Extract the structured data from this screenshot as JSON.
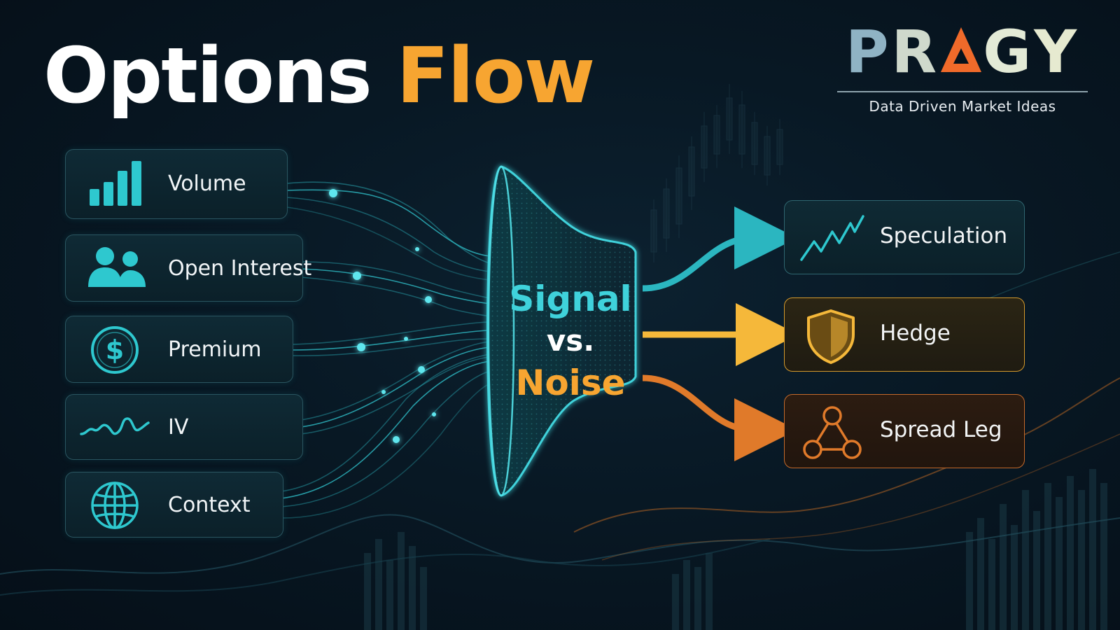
{
  "header": {
    "title_part1": "Options",
    "title_part2": "Flow"
  },
  "logo": {
    "letters": [
      "P",
      "R",
      "A",
      "G",
      "Y"
    ],
    "tagline": "Data Driven Market Ideas"
  },
  "inputs": [
    {
      "label": "Volume",
      "icon": "bar-chart-icon"
    },
    {
      "label": "Open Interest",
      "icon": "users-icon"
    },
    {
      "label": "Premium",
      "icon": "dollar-coin-icon"
    },
    {
      "label": "IV",
      "icon": "volatility-wave-icon"
    },
    {
      "label": "Context",
      "icon": "globe-icon"
    }
  ],
  "funnel": {
    "line1": "Signal",
    "line2": "vs.",
    "line3": "Noise"
  },
  "outputs": [
    {
      "label": "Speculation",
      "icon": "zigzag-trend-icon"
    },
    {
      "label": "Hedge",
      "icon": "shield-icon"
    },
    {
      "label": "Spread Leg",
      "icon": "network-nodes-icon"
    }
  ],
  "colors": {
    "background": "#06121c",
    "teal": "#2ec8cf",
    "orange_title": "#f7a531",
    "hedge_gold": "#f5b83a",
    "spread_orange": "#e07a2a",
    "logo_triangle": "#f06a2a"
  }
}
